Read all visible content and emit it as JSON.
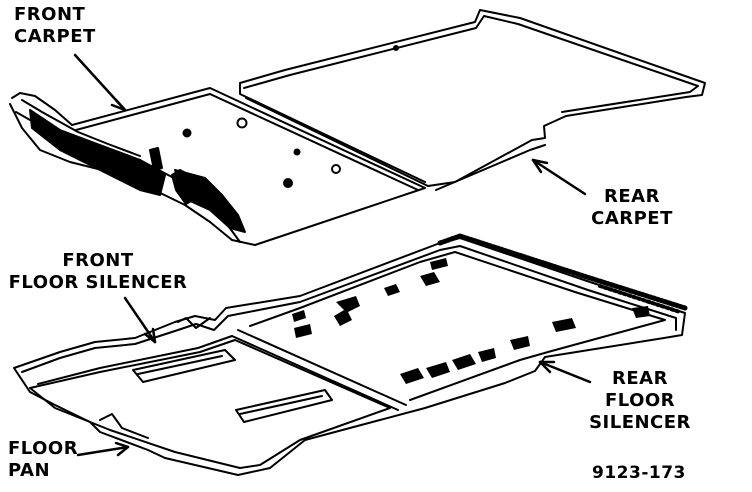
{
  "labels": {
    "front_carpet": [
      "FRONT",
      "CARPET"
    ],
    "rear_carpet": [
      "REAR",
      "CARPET"
    ],
    "front_floor_silencer": [
      "FRONT",
      "FLOOR SILENCER"
    ],
    "rear_floor_silencer": [
      "REAR",
      "FLOOR",
      "SILENCER"
    ],
    "floor_pan": [
      "FLOOR",
      "PAN"
    ]
  },
  "figure_number": "9123-173",
  "colors": {
    "ink": "#000000",
    "paper": "#ffffff"
  }
}
